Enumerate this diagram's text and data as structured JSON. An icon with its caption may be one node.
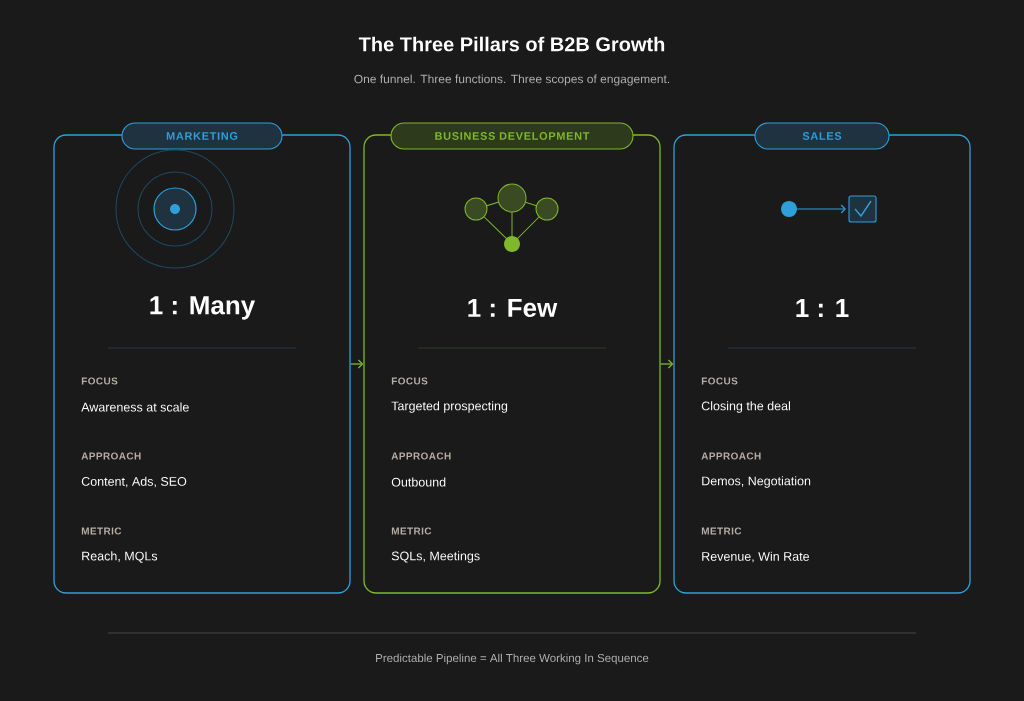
{
  "diagram": {
    "title": "The Three Pillars of B2B Growth",
    "caption": "Predictable Pipeline = All Three Working In Sequence",
    "labels": [
      "One funnel. Three functions. Three scopes of engagement."
    ],
    "nodes": [
      {
        "text": [
          "MARKETING",
          "1 : Many",
          "FOCUS",
          "Awareness at scale",
          "APPROACH",
          "Content, Ads, SEO",
          "METRIC",
          "Reach, MQLs"
        ]
      },
      {
        "text": [
          "BUSINESS DEVELOPMENT",
          "1 : Few",
          "FOCUS",
          "Targeted prospecting",
          "APPROACH",
          "Outbound",
          "METRIC",
          "SQLs, Meetings"
        ]
      },
      {
        "text": [
          "SALES",
          "1 : 1",
          "FOCUS",
          "Closing the deal",
          "APPROACH",
          "Demos, Negotiation",
          "METRIC",
          "Revenue, Win Rate"
        ]
      }
    ],
    "edges": [
      {
        "from": 0,
        "to": 1,
        "arrow": "to"
      },
      {
        "from": 1,
        "to": 2,
        "arrow": "to"
      }
    ]
  }
}
